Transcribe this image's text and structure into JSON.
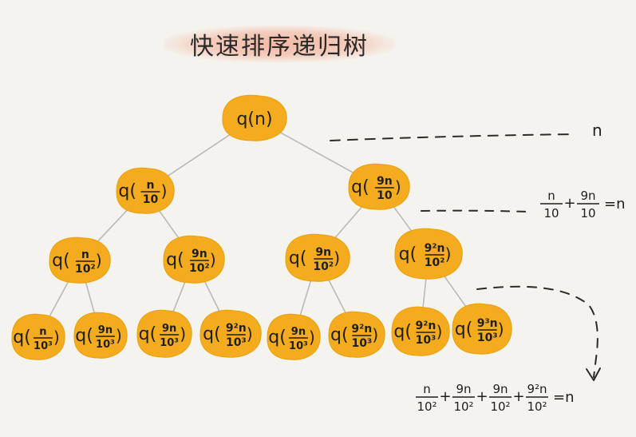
{
  "title": "快速排序递归树",
  "nodes": [
    {
      "id": "root",
      "kind": "plain",
      "text": "q(n)"
    },
    {
      "id": "l1-left",
      "kind": "frac",
      "num": "n",
      "den": "10"
    },
    {
      "id": "l1-right",
      "kind": "frac",
      "num": "9n",
      "den": "10"
    },
    {
      "id": "l2-1",
      "kind": "frac",
      "num": "n",
      "den": "10²"
    },
    {
      "id": "l2-2",
      "kind": "frac",
      "num": "9n",
      "den": "10²"
    },
    {
      "id": "l2-3",
      "kind": "frac",
      "num": "9n",
      "den": "10²"
    },
    {
      "id": "l2-4",
      "kind": "frac",
      "num": "9²n",
      "den": "10²"
    },
    {
      "id": "l3-1",
      "kind": "frac",
      "num": "n",
      "den": "10³"
    },
    {
      "id": "l3-2",
      "kind": "frac",
      "num": "9n",
      "den": "10³"
    },
    {
      "id": "l3-3",
      "kind": "frac",
      "num": "9n",
      "den": "10³"
    },
    {
      "id": "l3-4",
      "kind": "frac",
      "num": "9²n",
      "den": "10³"
    },
    {
      "id": "l3-5",
      "kind": "frac",
      "num": "9n",
      "den": "10³"
    },
    {
      "id": "l3-6",
      "kind": "frac",
      "num": "9²n",
      "den": "10³"
    },
    {
      "id": "l3-7",
      "kind": "frac",
      "num": "9²n",
      "den": "10³"
    },
    {
      "id": "l3-8",
      "kind": "frac",
      "num": "9³n",
      "den": "10³"
    }
  ],
  "edges": [
    [
      "root",
      "l1-left"
    ],
    [
      "root",
      "l1-right"
    ],
    [
      "l1-left",
      "l2-1"
    ],
    [
      "l1-left",
      "l2-2"
    ],
    [
      "l1-right",
      "l2-3"
    ],
    [
      "l1-right",
      "l2-4"
    ],
    [
      "l2-1",
      "l3-1"
    ],
    [
      "l2-1",
      "l3-2"
    ],
    [
      "l2-2",
      "l3-3"
    ],
    [
      "l2-2",
      "l3-4"
    ],
    [
      "l2-3",
      "l3-5"
    ],
    [
      "l2-3",
      "l3-6"
    ],
    [
      "l2-4",
      "l3-7"
    ],
    [
      "l2-4",
      "l3-8"
    ]
  ],
  "level_sums": [
    {
      "id": "sum-level-0",
      "terms": [
        {
          "text": "n"
        }
      ]
    },
    {
      "id": "sum-level-1",
      "terms": [
        {
          "num": "n",
          "den": "10"
        },
        {
          "num": "9n",
          "den": "10"
        }
      ],
      "result": "=n"
    },
    {
      "id": "sum-level-2",
      "terms": [
        {
          "num": "n",
          "den": "10²"
        },
        {
          "num": "9n",
          "den": "10²"
        },
        {
          "num": "9n",
          "den": "10²"
        },
        {
          "num": "9²n",
          "den": "10²"
        }
      ],
      "result": "=n"
    }
  ],
  "colors": {
    "node_fill": "#f4ac1e",
    "node_stroke": "#e9a010",
    "edge": "#b9b9b6",
    "dash": "#2b2b2b",
    "text": "#1e1e1e",
    "title_highlight": "#f2b6a0",
    "background": "#f5f3ee"
  }
}
